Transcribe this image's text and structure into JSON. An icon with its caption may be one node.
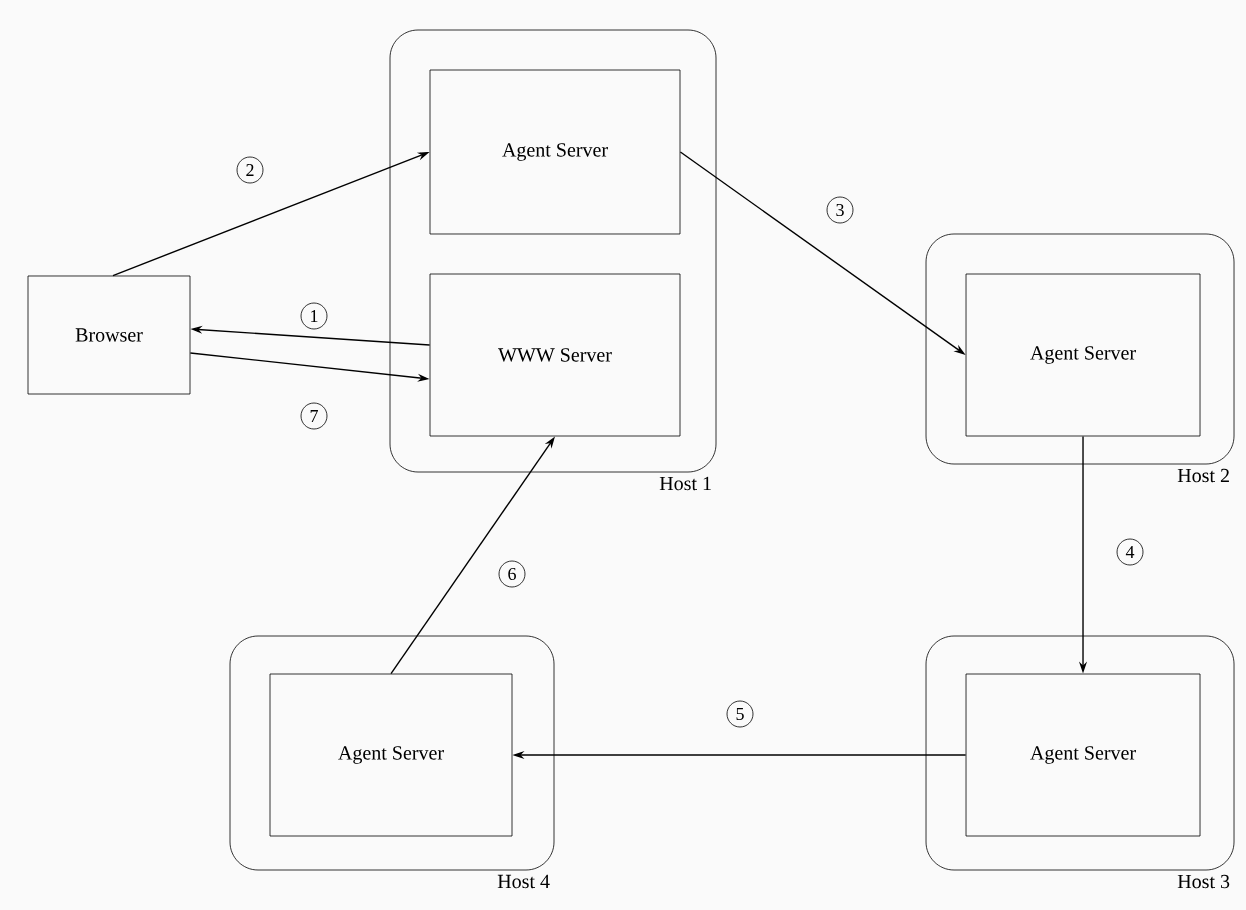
{
  "diagram": {
    "nodes": [
      {
        "text": [
          "Browser"
        ]
      },
      {
        "text": [
          "Host 1"
        ]
      },
      {
        "text": [
          "Agent Server"
        ],
        "in": 1
      },
      {
        "text": [
          "WWW Server"
        ],
        "in": 1
      },
      {
        "text": [
          "Host 2"
        ]
      },
      {
        "text": [
          "Agent Server"
        ],
        "in": 4
      },
      {
        "text": [
          "Host 4"
        ]
      },
      {
        "text": [
          "Agent Server"
        ],
        "in": 6
      },
      {
        "text": [
          "Host 3"
        ]
      },
      {
        "text": [
          "Agent Server"
        ],
        "in": 8
      }
    ],
    "edges": [
      {
        "from": 3,
        "to": 0,
        "arrow": "to",
        "label": "1"
      },
      {
        "from": 0,
        "to": 2,
        "arrow": "to",
        "label": "2"
      },
      {
        "from": 2,
        "to": 5,
        "arrow": "to",
        "label": "3"
      },
      {
        "from": 5,
        "to": 9,
        "arrow": "to",
        "label": "4"
      },
      {
        "from": 9,
        "to": 7,
        "arrow": "to",
        "label": "5"
      },
      {
        "from": 7,
        "to": 3,
        "arrow": "to",
        "label": "6"
      },
      {
        "from": 0,
        "to": 3,
        "arrow": "to",
        "label": "7"
      }
    ]
  }
}
